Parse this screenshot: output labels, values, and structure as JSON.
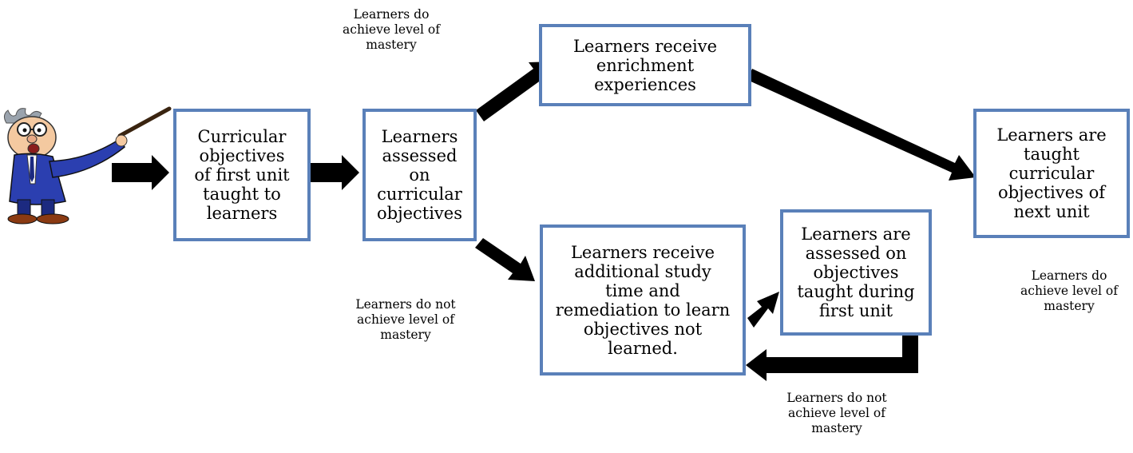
{
  "boxes": {
    "curricular_objectives": "Curricular\nobjectives\nof first unit\ntaught to\nlearners",
    "learners_assessed": "Learners\nassessed\non\ncurricular\nobjectives",
    "enrichment": "Learners receive\nenrichment\nexperiences",
    "remediation": "Learners receive\nadditional study\ntime and\nremediation to learn\nobjectives not\nlearned.",
    "reassessed": "Learners are\nassessed on\nobjectives\ntaught during\nfirst unit",
    "next_unit": "Learners are\ntaught\ncurricular\nobjectives of\nnext unit"
  },
  "labels": {
    "mastery_top": "Learners do\nachieve level of\nmastery",
    "no_mastery_middle": "Learners do not\nachieve level of\nmastery",
    "mastery_right": "Learners do\nachieve level of\nmastery",
    "no_mastery_bottom": "Learners do not\nachieve level of\nmastery"
  },
  "colors": {
    "box_border": "#5a80b9",
    "arrow": "#000000",
    "teacher_suit": "#2b3fb0",
    "teacher_skin": "#f4c9a0"
  },
  "icons": {
    "teacher": "teacher-with-pointer-icon"
  }
}
